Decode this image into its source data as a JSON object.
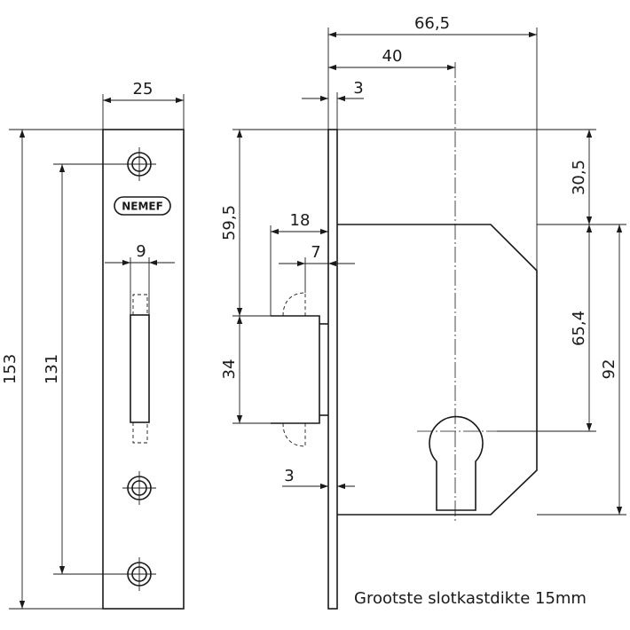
{
  "brand": "NEMEF",
  "caption": "Grootste slotkastdikte 15mm",
  "dimensions": {
    "faceplate_width": "25",
    "faceplate_length": "153",
    "screw_spacing": "131",
    "bolt_width": "9",
    "overall_depth": "66,5",
    "backset": "40",
    "faceplate_thickness": "3",
    "top_to_bolt": "59,5",
    "bolt_projection": "18",
    "bolt_to_face": "7",
    "bolt_height": "34",
    "bottom_plate_thickness": "3",
    "top_to_case": "30,5",
    "case_to_cylinder": "65,4",
    "case_height": "92"
  }
}
